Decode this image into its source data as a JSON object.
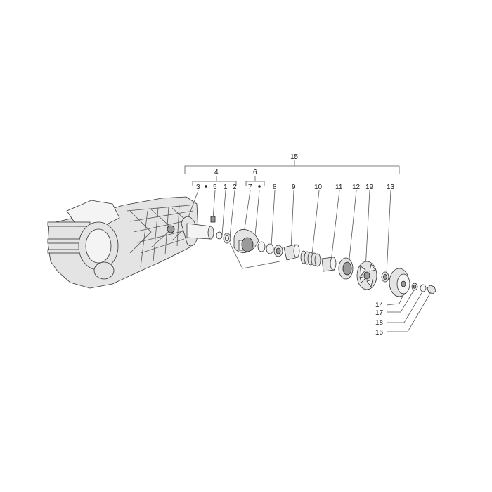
{
  "callouts": {
    "c15": "15",
    "c4": "4",
    "c6": "6",
    "c3": "3",
    "c5": "5",
    "c1": "1",
    "c2": "2",
    "c7": "7",
    "c8": "8",
    "c9": "9",
    "c10": "10",
    "c11": "11",
    "c12": "12",
    "c19": "19",
    "c13": "13",
    "c14": "14",
    "c17": "17",
    "c18": "18",
    "c16": "16"
  },
  "colors": {
    "line": "#555555",
    "part_fill": "#e4e4e4",
    "part_dark": "#9a9a9a",
    "background": "#ffffff"
  }
}
